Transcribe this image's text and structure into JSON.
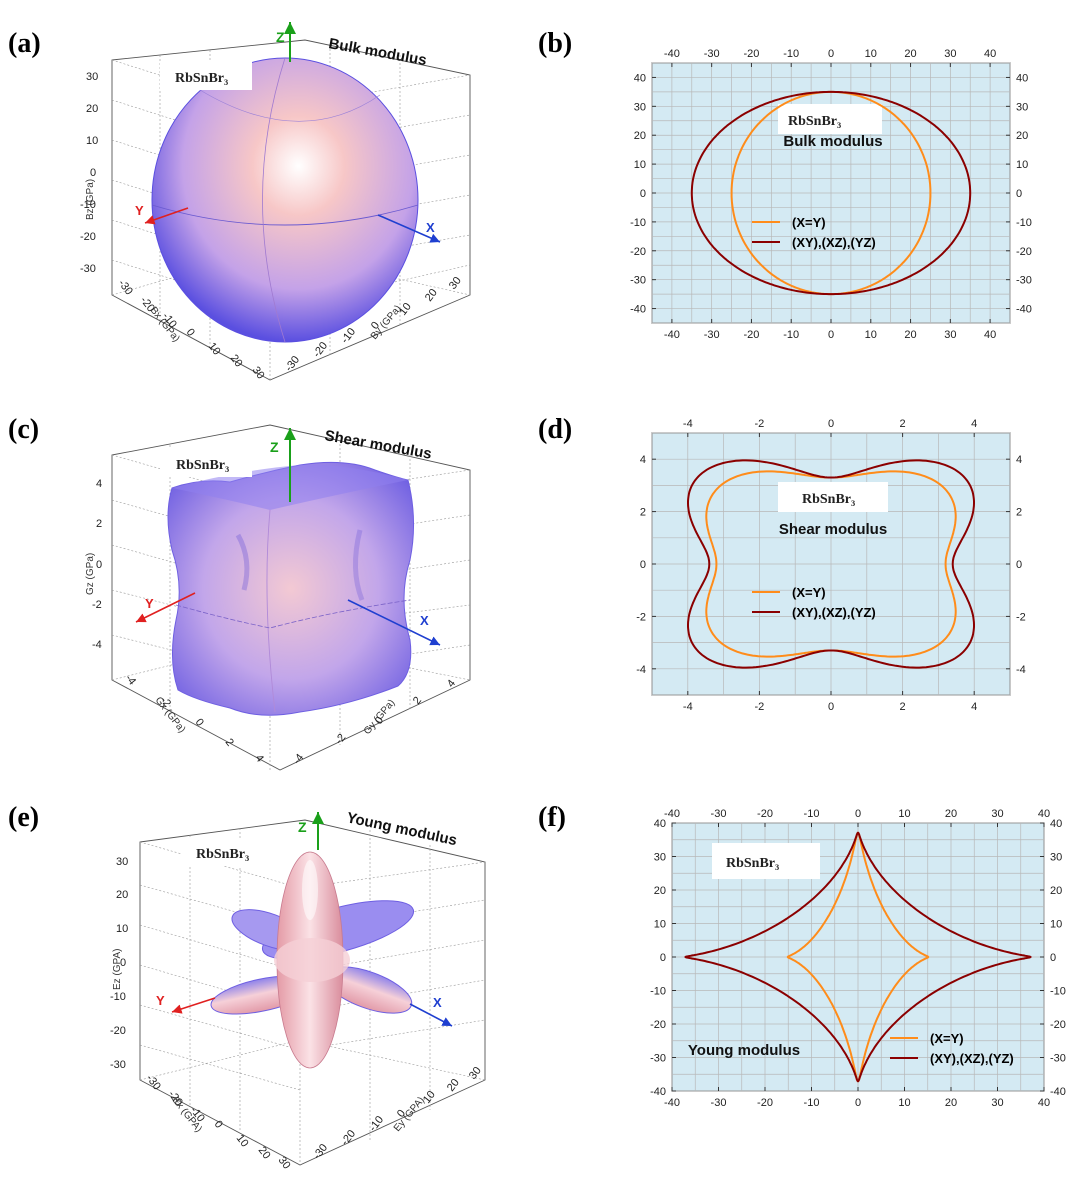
{
  "panels": {
    "a": {
      "label": "(a)",
      "material": "RbSnBr₃",
      "title": "Bulk modulus",
      "axis_z_label": "Bz (GPa)",
      "axis_x_label": "Bx (GPa)",
      "axis_y_label": "By (GPa)",
      "zticks": [
        "30",
        "20",
        "10",
        "0",
        "-10",
        "-20",
        "-30"
      ],
      "xticks": [
        "-30",
        "-20",
        "-10",
        "0",
        "10",
        "20",
        "30"
      ],
      "yticks": [
        "-30",
        "-20",
        "-10",
        "0",
        "10",
        "20",
        "30"
      ],
      "dir_z": "Z",
      "dir_x": "X",
      "dir_y": "Y"
    },
    "c": {
      "label": "(c)",
      "material": "RbSnBr₃",
      "title": "Shear modulus",
      "axis_z_label": "Gz (GPa)",
      "axis_x_label": "Gx (GPa)",
      "axis_y_label": "Gy (GPa)",
      "zticks": [
        "4",
        "2",
        "0",
        "-2",
        "-4"
      ],
      "xticks": [
        "-4",
        "-2",
        "0",
        "2",
        "4"
      ],
      "yticks": [
        "-4",
        "-2",
        "0",
        "2",
        "4"
      ],
      "dir_z": "Z",
      "dir_x": "X",
      "dir_y": "Y"
    },
    "e": {
      "label": "(e)",
      "material": "RbSnBr₃",
      "title": "Young modulus",
      "axis_z_label": "Ez (GPA)",
      "axis_x_label": "Ex (GPA)",
      "axis_y_label": "Ey (GPA)",
      "zticks": [
        "30",
        "20",
        "10",
        "0",
        "-10",
        "-20",
        "-30"
      ],
      "xticks": [
        "-30",
        "-20",
        "-10",
        "0",
        "10",
        "20",
        "30"
      ],
      "yticks": [
        "-30",
        "-20",
        "-10",
        "0",
        "10",
        "20",
        "30"
      ],
      "dir_z": "Z",
      "dir_x": "X",
      "dir_y": "Y"
    },
    "b": {
      "label": "(b)",
      "material": "RbSnBr₃",
      "title": "Bulk modulus"
    },
    "d": {
      "label": "(d)",
      "material": "RbSnBr₃",
      "title": "Shear modulus"
    },
    "f": {
      "label": "(f)",
      "material": "RbSnBr₃",
      "title": "Young modulus"
    }
  },
  "colors": {
    "plot_bg": "#d4eaf3",
    "xeqy": "#ff8c1a",
    "planes": "#8b0000",
    "axis_x": "#1f3fd0",
    "axis_y": "#e02020",
    "axis_z": "#1aa01a"
  },
  "chart_data": [
    {
      "panel": "b",
      "type": "line",
      "subtype": "polar-cross-section",
      "title": "Bulk modulus",
      "xlim": [
        -45,
        45
      ],
      "ylim": [
        -45,
        45
      ],
      "xticks": [
        -40,
        -30,
        -20,
        -10,
        0,
        10,
        20,
        30,
        40
      ],
      "yticks": [
        -40,
        -30,
        -20,
        -10,
        0,
        10,
        20,
        30,
        40
      ],
      "grid": true,
      "legend_position": "lower-center",
      "series": [
        {
          "name": "(X=Y)",
          "color": "#ff8c1a",
          "shape": "ellipse",
          "rx": 25,
          "ry": 35
        },
        {
          "name": "(XY),(XZ),(YZ)",
          "color": "#8b0000",
          "shape": "ellipse",
          "rx": 35,
          "ry": 35
        }
      ]
    },
    {
      "panel": "d",
      "type": "line",
      "subtype": "polar-cross-section",
      "title": "Shear modulus",
      "xlim": [
        -5,
        5
      ],
      "ylim": [
        -5,
        5
      ],
      "xticks": [
        -4,
        -2,
        0,
        2,
        4
      ],
      "yticks": [
        -4,
        -2,
        0,
        2,
        4
      ],
      "grid": true,
      "legend_position": "lower-center",
      "series": [
        {
          "name": "(X=Y)",
          "color": "#ff8c1a",
          "axial_x": 3.2,
          "axial_y": 3.3,
          "diagonal": 4.3
        },
        {
          "name": "(XY),(XZ),(YZ)",
          "color": "#8b0000",
          "axial_x": 3.4,
          "axial_y": 3.3,
          "diagonal": 5.0
        }
      ]
    },
    {
      "panel": "f",
      "type": "line",
      "subtype": "polar-cross-section",
      "title": "Young modulus",
      "xlim": [
        -40,
        40
      ],
      "ylim": [
        -40,
        40
      ],
      "xticks": [
        -40,
        -30,
        -20,
        -10,
        0,
        10,
        20,
        30,
        40
      ],
      "yticks": [
        -40,
        -30,
        -20,
        -10,
        0,
        10,
        20,
        30,
        40
      ],
      "grid": true,
      "legend_position": "lower-right",
      "series": [
        {
          "name": "(X=Y)",
          "color": "#ff8c1a",
          "axial_x": 13,
          "axial_y": 35
        },
        {
          "name": "(XY),(XZ),(YZ)",
          "color": "#8b0000",
          "axial_x": 35,
          "axial_y": 35
        }
      ]
    }
  ]
}
